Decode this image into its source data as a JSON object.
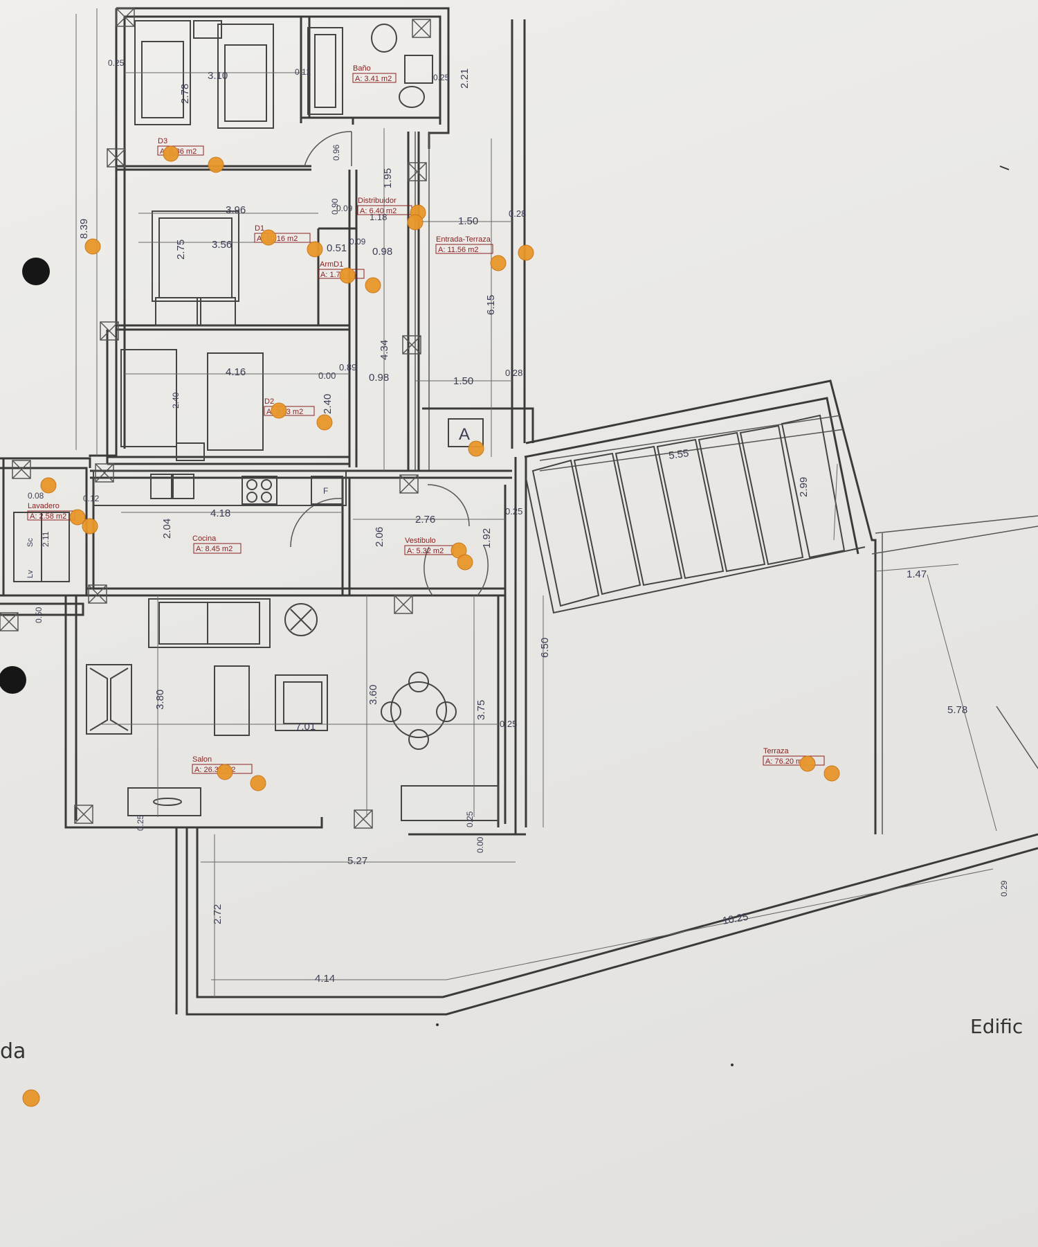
{
  "rooms": {
    "bath": {
      "name": "Baño",
      "area": "A: 3.41 m2"
    },
    "d3": {
      "name": "D3",
      "area": "A: 8.36 m2"
    },
    "distribuidor": {
      "name": "Distribuidor",
      "area": "A: 6.40 m2"
    },
    "d1": {
      "name": "D1",
      "area": "A: 10.16 m2"
    },
    "armd1": {
      "name": "ArmD1",
      "area": "A: 1.76 m2"
    },
    "entrada": {
      "name": "Entrada-Terraza",
      "area": "A: 11.56 m2"
    },
    "d2": {
      "name": "D2",
      "area": "A: 9.93 m2"
    },
    "lavadero": {
      "name": "Lavadero",
      "area": "A: 2.58 m2"
    },
    "cocina": {
      "name": "Cocina",
      "area": "A: 8.45 m2"
    },
    "vestibulo": {
      "name": "Vestibulo",
      "area": "A: 5.32 m2"
    },
    "salon": {
      "name": "Salon",
      "area": "A: 26.35 m2"
    },
    "terraza": {
      "name": "Terraza",
      "area": "A: 76.20 m2"
    }
  },
  "dimensions": [
    "3.10",
    "2.78",
    "0.12",
    "0.25",
    "2.21",
    "0.25",
    "0.96",
    "1.95",
    "0.09",
    "3.96",
    "2.75",
    "3.56",
    "0.90",
    "0.09",
    "1.18",
    "0.51",
    "0.98",
    "1.50",
    "8.39",
    "6.15",
    "4.34",
    "4.16",
    "2.40",
    "0.00",
    "0.89",
    "0.98",
    "1.50",
    "2.40",
    "5.55",
    "2.99",
    "0.28",
    "0.28",
    "4.18",
    "2.04",
    "2.76",
    "2.06",
    "1.92",
    "0.25",
    "0.08",
    "0.12",
    "2.11",
    "0.50",
    "6.50",
    "1.47",
    "5.78",
    "3.80",
    "3.60",
    "3.75",
    "7.01",
    "0.25",
    "5.27",
    "2.72",
    "4.14",
    "10.25",
    "0.00",
    "0.25",
    "0.25",
    "0.29"
  ],
  "fixtures": {
    "fridge_label": "F",
    "appliance_label": "A",
    "sink_label": "Sc",
    "washer_label": "Lv"
  },
  "handwriting": {
    "left_fragment": "da",
    "right_fragment": "Edific"
  },
  "colors": {
    "walls": "#3a3a3a",
    "dimension_text": "#3c3c55",
    "room_label": "#8a2020",
    "marker": "#e8962a",
    "paper": "#eeede9"
  }
}
